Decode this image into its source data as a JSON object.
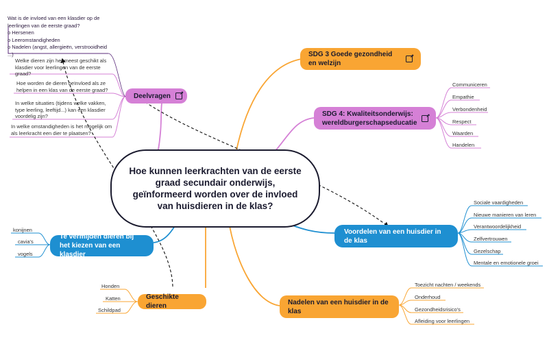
{
  "center": {
    "label": "Hoe kunnen leerkrachten van de eerste graad secundair onderwijs, geïnformeerd worden over de invloed van huisdieren in de klas?"
  },
  "nodes": {
    "sdg3": {
      "label": "SDG 3 Goede gezondheid en welzijn",
      "color": "#f9a533"
    },
    "sdg4": {
      "label": "SDG 4: Kwaliteitsonderwijs: wereldburgerschapseducatie",
      "color": "#d580d6",
      "children": [
        "Communiceren",
        "Empathie",
        "Verbondenheid",
        "Respect",
        "Waarden",
        "Handelen"
      ]
    },
    "deelvragen": {
      "label": "Deelvragen",
      "color": "#d580d6",
      "children": [
        "Welke dieren zijn het meest geschikt als klasdier voor leerlingen van de eerste graad?",
        "Hoe worden de dieren beïnvloed als ze helpen in een klas van de eerste graad?",
        "In welke situaties (tijdens welke vakken, type leerling, leeftijd...) kan een klasdier voordelig zijn?",
        "In welke omstandigheden is het mogelijk om als leerkracht een dier te plaatsen?"
      ]
    },
    "voordelen": {
      "label": "Voordelen van een huisdier in de klas",
      "color": "#1e8fd1",
      "children": [
        "Sociale vaardigheden",
        "Nieuwe manieren van leren",
        "Verantwoordelijkheid",
        "Zelfvertrouwen",
        "Gezelschap",
        "Mentale en emotionele groei"
      ]
    },
    "vermijden": {
      "label": "Te vermijden dieren bij het kiezen van een klasdier",
      "color": "#1e8fd1",
      "children": [
        "konijnen",
        "cavia's",
        "vogels"
      ]
    },
    "geschikt": {
      "label": "Geschikte dieren",
      "color": "#f9a533",
      "children": [
        "Honden",
        "Katten",
        "Schildpad"
      ]
    },
    "nadelen": {
      "label": "Nadelen van een huisdier in de klas",
      "color": "#f9a533",
      "children": [
        "Toezicht nachten / weekends",
        "Onderhoud",
        "Gezondheidsrisico's",
        "Afleiding voor leerlingen"
      ]
    }
  },
  "note": {
    "lines": [
      "Wat is de invloed van een klasdier op de",
      "leerlingen van de eerste graad?",
      "o Hersenen",
      "o Leeromstandigheden",
      "o Nadelen (angst, allergieën, verstrooidheid",
      "...)"
    ]
  }
}
